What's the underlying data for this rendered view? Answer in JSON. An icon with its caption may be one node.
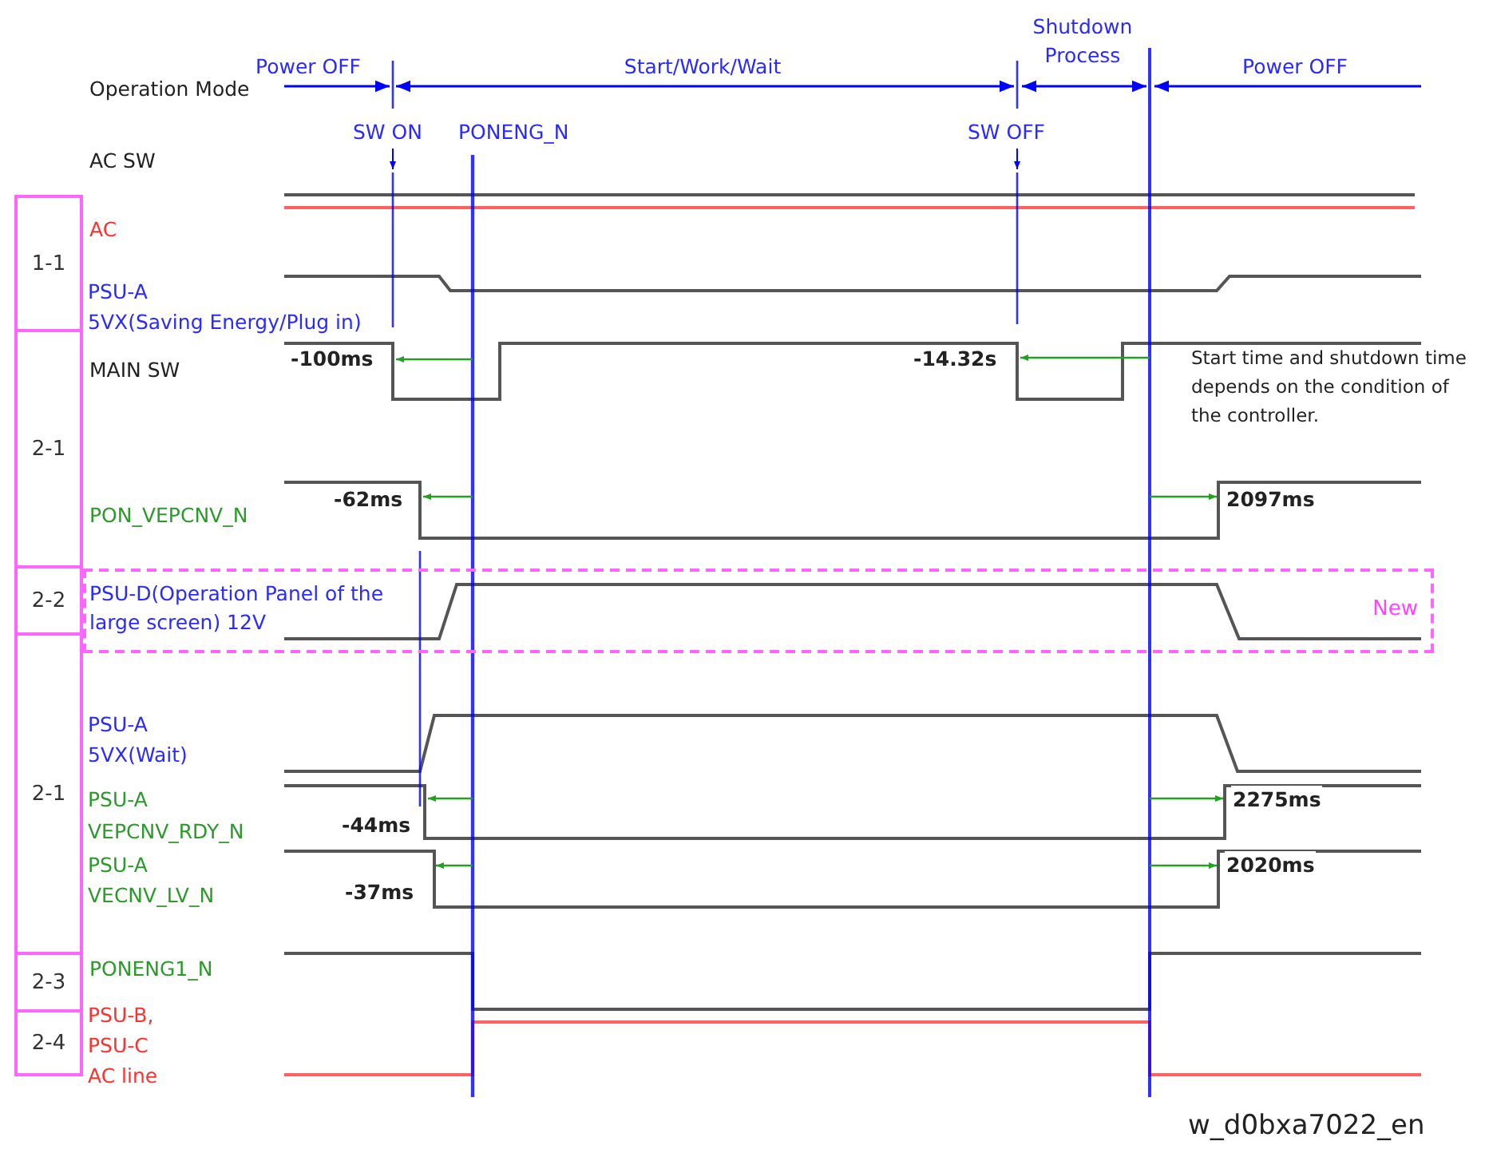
{
  "diagram": {
    "nodes": [
      {
        "text": [
          "1-1"
        ]
      },
      {
        "text": [
          "2-1"
        ]
      },
      {
        "text": [
          "2-2"
        ]
      },
      {
        "text": [
          "2-1"
        ]
      },
      {
        "text": [
          "2-3"
        ]
      },
      {
        "text": [
          "2-4"
        ]
      },
      {
        "text": [
          "New"
        ]
      }
    ],
    "labels": [
      "Power OFF",
      "Start/Work/Wait",
      "Shutdown Process",
      "Power OFF",
      "Operation Mode",
      "SW ON",
      "PONENG_N",
      "SW OFF",
      "AC SW",
      "AC",
      "PSU-A",
      "5VX(Saving Energy/Plug in)",
      "-100ms",
      "MAIN SW",
      "-14.32s",
      "Start time and shutdown time depends on the condition of the controller.",
      "-62ms",
      "PON_VEPCNV_N",
      "2097ms",
      "PSU-D(Operation Panel of the large screen) 12V",
      "PSU-A",
      "5VX(Wait)",
      "PSU-A",
      "VEPCNV_RDY_N",
      "-44ms",
      "2275ms",
      "PSU-A",
      "VECNV_LV_N",
      "-37ms",
      "2020ms",
      "PONENG1_N",
      "PSU-B,",
      "PSU-C",
      "AC line",
      "w_d0bxa7022_en"
    ]
  }
}
